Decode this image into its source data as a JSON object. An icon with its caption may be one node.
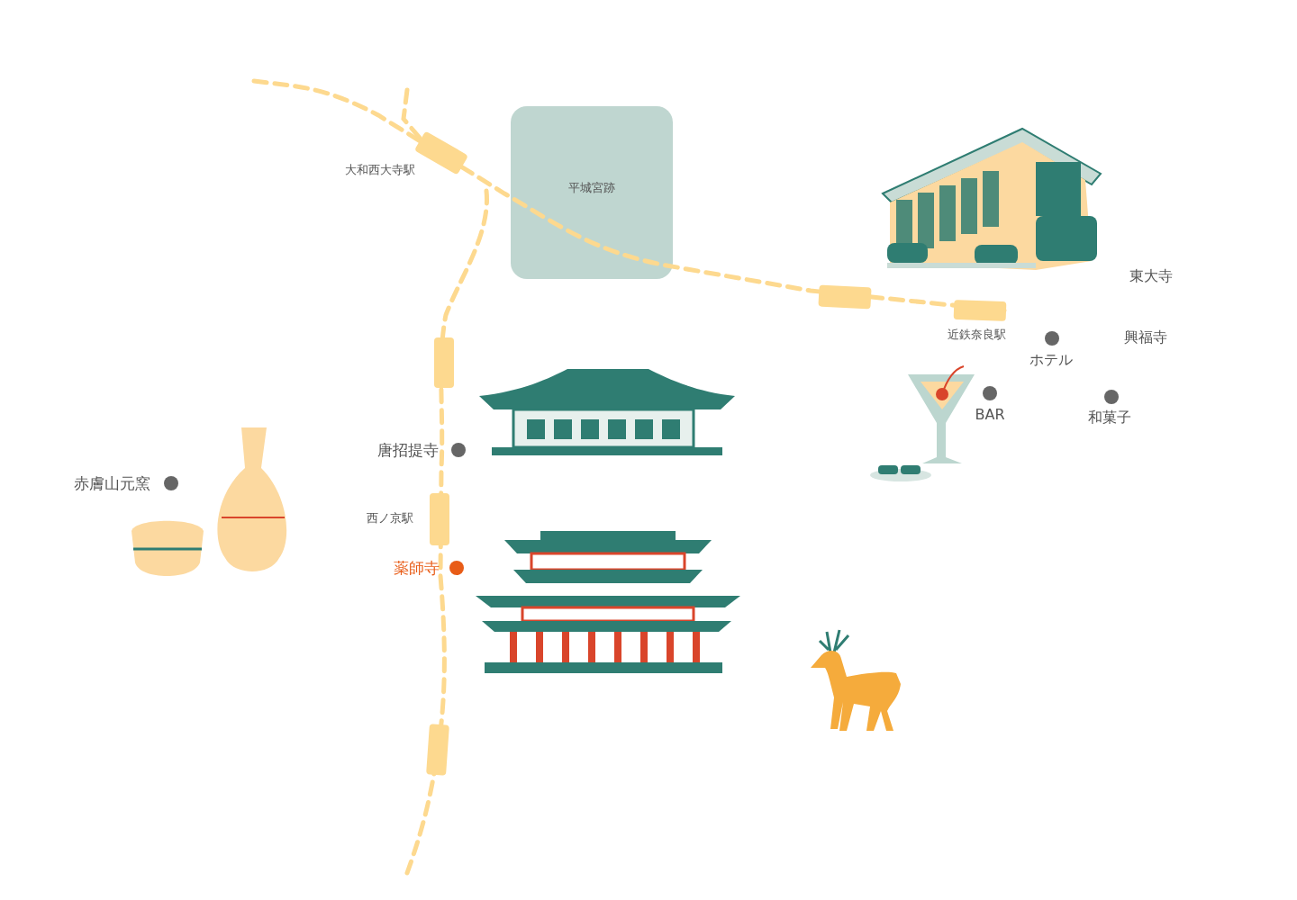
{
  "diagram": {
    "nodes": [
      {
        "text": [
          "平城宮跡"
        ]
      }
    ],
    "labels": [
      "大和西大寺駅",
      "東大寺",
      "近鉄奈良駅",
      "興福寺",
      "ホテル",
      "BAR",
      "和菓子",
      "唐招提寺",
      "赤膚山元窯",
      "西ノ京駅",
      "薬師寺"
    ]
  }
}
